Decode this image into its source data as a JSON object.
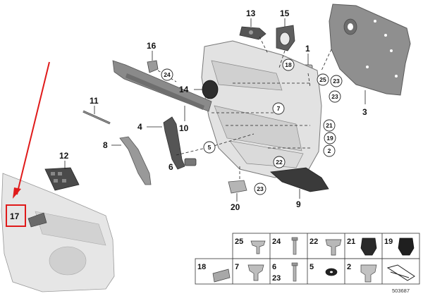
{
  "labels": {
    "l13": "13",
    "l15": "15",
    "l16": "16",
    "l1": "1",
    "l3": "3",
    "l14": "14",
    "l11": "11",
    "l4": "4",
    "l10": "10",
    "l8": "8",
    "l6": "6",
    "l12": "12",
    "l20": "20",
    "l9": "9",
    "l17": "17"
  },
  "callouts": {
    "c24": "24",
    "c18": "18",
    "c25": "25",
    "c23a": "23",
    "c23b": "23",
    "c7": "7",
    "c21": "21",
    "c19": "19",
    "c2": "2",
    "c5": "5",
    "c22": "22",
    "c23c": "23"
  },
  "legend": {
    "row1": [
      "25",
      "24",
      "22",
      "21",
      "19"
    ],
    "row2": [
      "18",
      "7",
      "6",
      "5",
      "2"
    ],
    "extra": "23"
  },
  "diagram_ref": "503687",
  "colors": {
    "highlight": "#e01a1a",
    "part_fill": "#d8d8d8",
    "dark_part": "#3a3a3a"
  }
}
